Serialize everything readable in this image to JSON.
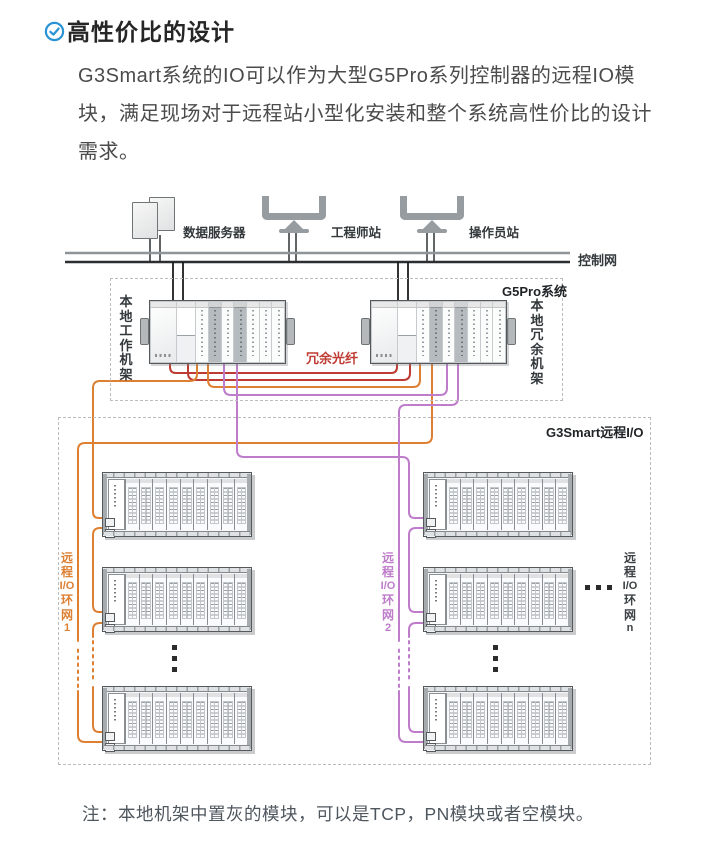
{
  "header": {
    "title": "高性价比的设计"
  },
  "intro": {
    "text": "G3Smart系统的IO可以作为大型G5Pro系列控制器的远程IO模块，满足现场对于远程站小型化安装和整个系统高性价比的设计需求。"
  },
  "diagram": {
    "stations": [
      {
        "label": "数据服务器"
      },
      {
        "label": "工程师站"
      },
      {
        "label": "操作员站"
      }
    ],
    "network_label": "控制网",
    "g5pro": {
      "box_label": "G5Pro系统",
      "fiber_label": "冗余光纤",
      "left_rack_label_chars": [
        "本",
        "地",
        "工",
        "作",
        "机",
        "架"
      ],
      "right_rack_label_chars": [
        "本",
        "地",
        "冗",
        "余",
        "机",
        "架"
      ],
      "rack_modules": [
        "psu",
        "cpu",
        "io",
        "io-gray",
        "io",
        "io-gray",
        "io",
        "io",
        "io"
      ]
    },
    "g3smart": {
      "box_label": "G3Smart远程I/O",
      "io_modules_per_rack": 9,
      "ring1_chars": [
        "远",
        "程",
        "I/O",
        "环",
        "网",
        "1"
      ],
      "ring2_chars": [
        "远",
        "程",
        "I/O",
        "环",
        "网",
        "2"
      ],
      "ringn_chars": [
        "远",
        "程",
        "I/O",
        "环",
        "网",
        "n"
      ]
    },
    "colors": {
      "red": "#bf3a32",
      "orange": "#dd8033",
      "purple": "#be7cca"
    }
  },
  "note": {
    "text": "注：本地机架中置灰的模块，可以是TCP，PN模块或者空模块。"
  }
}
